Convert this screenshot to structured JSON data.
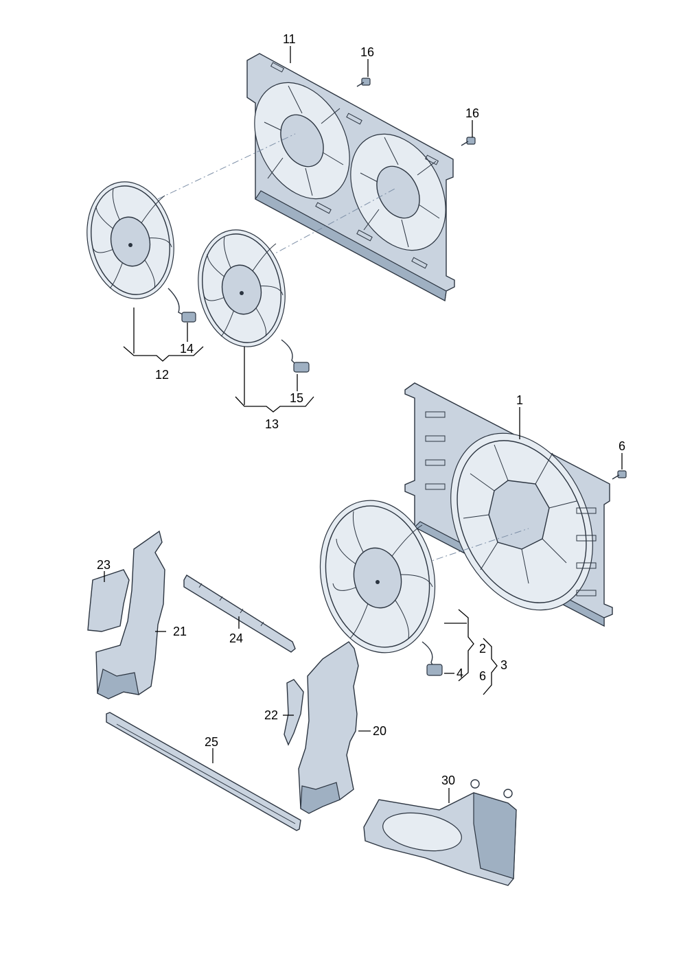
{
  "callouts": {
    "c1": "1",
    "c2": "2",
    "c3": "3",
    "c4": "4",
    "c6a": "6",
    "c6b": "6",
    "c11": "11",
    "c12": "12",
    "c13": "13",
    "c14": "14",
    "c15": "15",
    "c16a": "16",
    "c16b": "16",
    "c20": "20",
    "c21": "21",
    "c22": "22",
    "c23": "23",
    "c24": "24",
    "c25": "25",
    "c30": "30"
  },
  "colors": {
    "part_fill": "#c9d3df",
    "part_shade": "#9fb0c2",
    "outline": "#2b3440",
    "axis": "#7c8ea6"
  }
}
